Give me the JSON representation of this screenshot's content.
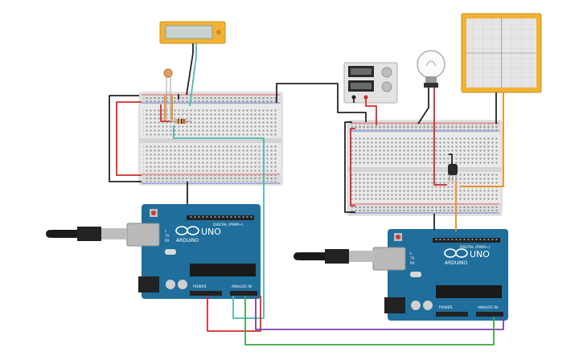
{
  "boards": {
    "left": {
      "brand": "ARDUINO",
      "model": "UNO",
      "digital_label": "DIGITAL (PWM~)",
      "power_label": "POWER",
      "analog_label": "ANALOG IN",
      "tx": "TX",
      "rx": "RX",
      "l": "L"
    },
    "right": {
      "brand": "ARDUINO",
      "model": "UNO",
      "digital_label": "DIGITAL (PWM~)",
      "power_label": "POWER",
      "analog_label": "ANALOG IN",
      "tx": "TX",
      "rx": "RX",
      "l": "L"
    }
  },
  "colors": {
    "wire_black": "#222222",
    "wire_red": "#d42a2a",
    "wire_teal": "#4fb8b0",
    "wire_orange": "#ef8a1a",
    "wire_purple": "#7a3fb0",
    "wire_green": "#3da64a",
    "board_blue": "#1f6e9c",
    "lcd_frame": "#f2b233",
    "lcd_screen": "#c9d3cf",
    "breadboard": "#e9e9e9",
    "oscilloscope_screen": "#e6e6e6"
  },
  "icons": [
    "infinity-logo-icon",
    "usb-cable-icon",
    "light-bulb-icon",
    "photoresistor-icon",
    "transistor-icon",
    "resistor-icon"
  ]
}
